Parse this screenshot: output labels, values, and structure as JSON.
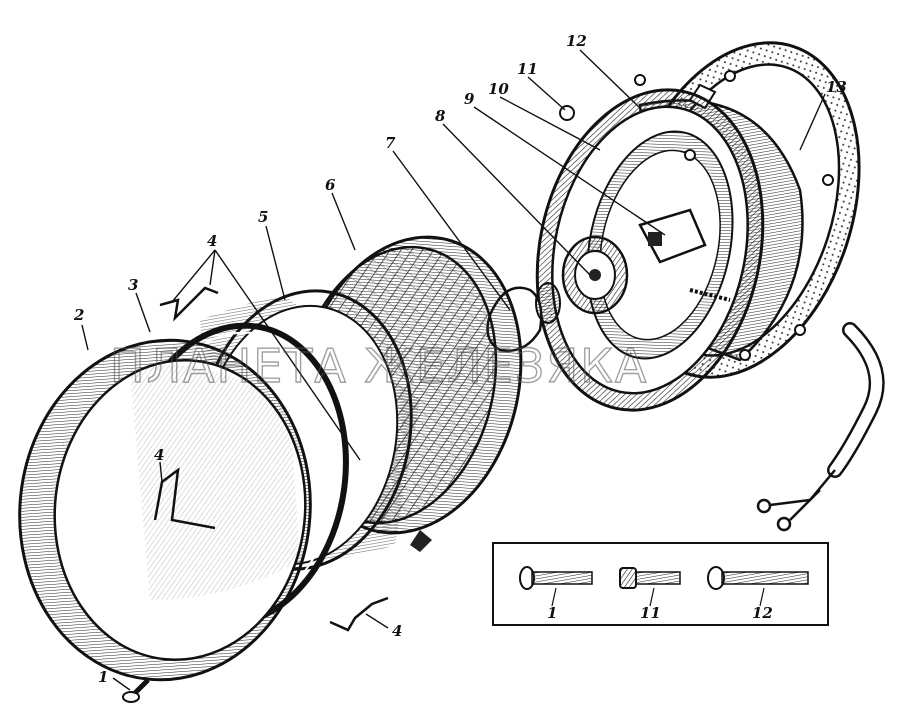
{
  "watermark": "ПЛАНЕТА ЖЕЛЕЗЯКА",
  "callouts": {
    "c1": "1",
    "c2": "2",
    "c3": "3",
    "c4a": "4",
    "c4b": "4",
    "c4c": "4",
    "c5": "5",
    "c6": "6",
    "c7": "7",
    "c8": "8",
    "c9": "9",
    "c10": "10",
    "c11": "11",
    "c12": "12",
    "c13": "13"
  },
  "inset": {
    "screw1": "1",
    "screw11": "11",
    "screw12": "12"
  },
  "colors": {
    "ink": "#111111",
    "paper": "#ffffff",
    "shade": "#555555"
  }
}
